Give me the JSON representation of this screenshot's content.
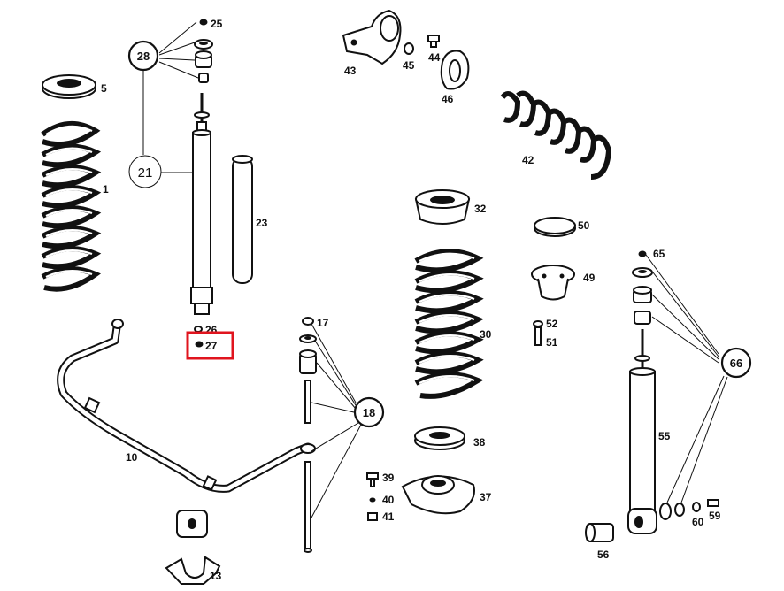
{
  "parts": {
    "p1": "1",
    "p5": "5",
    "p10": "10",
    "p13": "13",
    "p17": "17",
    "p18": "18",
    "p21": "21",
    "p23": "23",
    "p25": "25",
    "p26": "26",
    "p27": "27",
    "p28": "28",
    "p30": "30",
    "p32": "32",
    "p37": "37",
    "p38": "38",
    "p39": "39",
    "p40": "40",
    "p41": "41",
    "p42": "42",
    "p43": "43",
    "p44": "44",
    "p45": "45",
    "p46": "46",
    "p49": "49",
    "p50": "50",
    "p51": "51",
    "p52": "52",
    "p55": "55",
    "p56": "56",
    "p59": "59",
    "p60": "60",
    "p65": "65",
    "p66": "66"
  },
  "highlight": {
    "part": "27",
    "color": "#e0141e"
  }
}
